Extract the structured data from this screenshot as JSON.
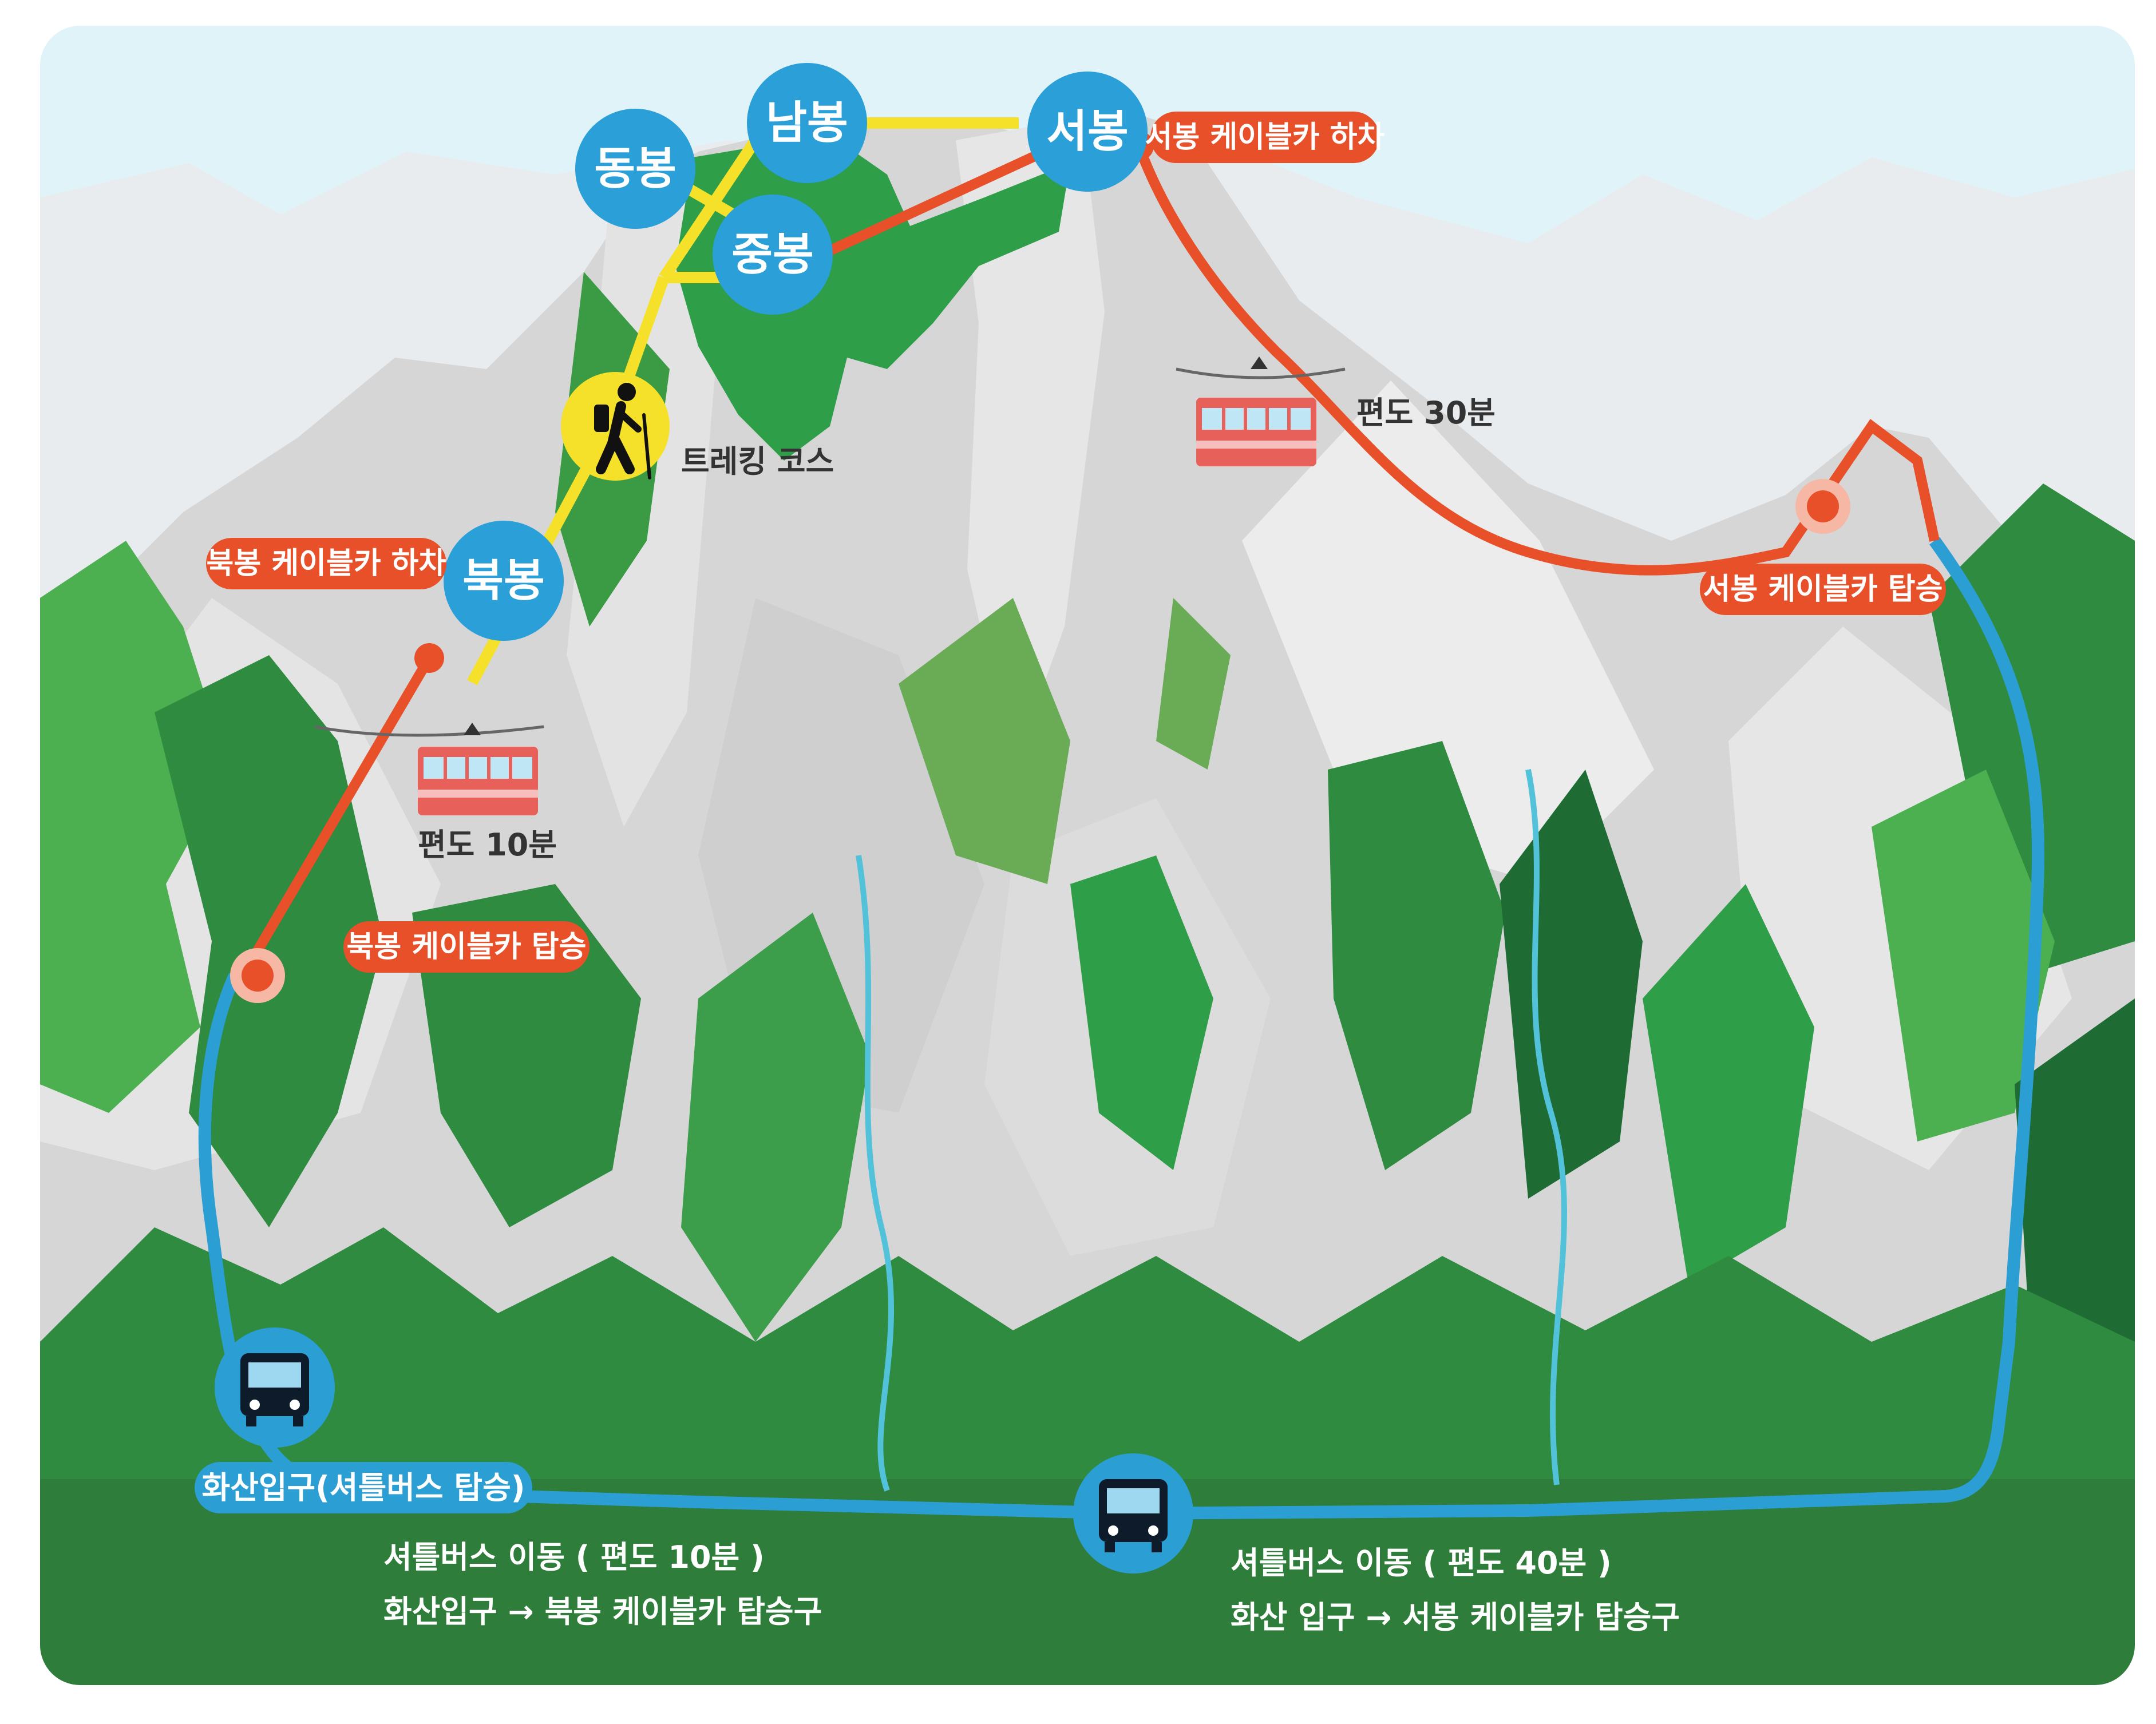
{
  "colors": {
    "sky": "#dff3f8",
    "rock": "#d4d4d4",
    "forest_dark": "#1f6b34",
    "forest_mid": "#2e8b3f",
    "forest_light": "#4caf50",
    "trekking_route": "#f5e12a",
    "cable_car_route": "#e8502a",
    "shuttle_route": "#2b9fd4",
    "peak_marker": "#2a9fd8",
    "hiker_marker": "#f5e12a"
  },
  "peaks": {
    "east": "동봉",
    "south": "남봉",
    "west": "서봉",
    "middle": "중봉",
    "north": "북봉"
  },
  "labels": {
    "west_cable_alight": "서봉 케이블카 하차",
    "north_cable_alight": "북봉 케이블카 하차",
    "north_cable_board": "북봉 케이블카 탑승",
    "west_cable_board": "서봉 케이블카 탑승",
    "trekking_course": "트레킹 코스",
    "west_cable_time": "편도 30분",
    "north_cable_time": "편도 10분",
    "huashan_entrance": "화산입구(셔틀버스 탑승)"
  },
  "shuttle_notes": {
    "north": {
      "line1": "셔틀버스 이동 ( 편도 10분 )",
      "line2": "화산입구 → 북봉 케이블카 탑승구"
    },
    "west": {
      "line1": "셔틀버스 이동 ( 편도 40분 )",
      "line2": "화산 입구 → 서봉 케이블카 탑승구"
    }
  },
  "icons": {
    "hiker": "hiker-icon",
    "cable_car": "cable-car-icon",
    "bus": "bus-icon"
  }
}
